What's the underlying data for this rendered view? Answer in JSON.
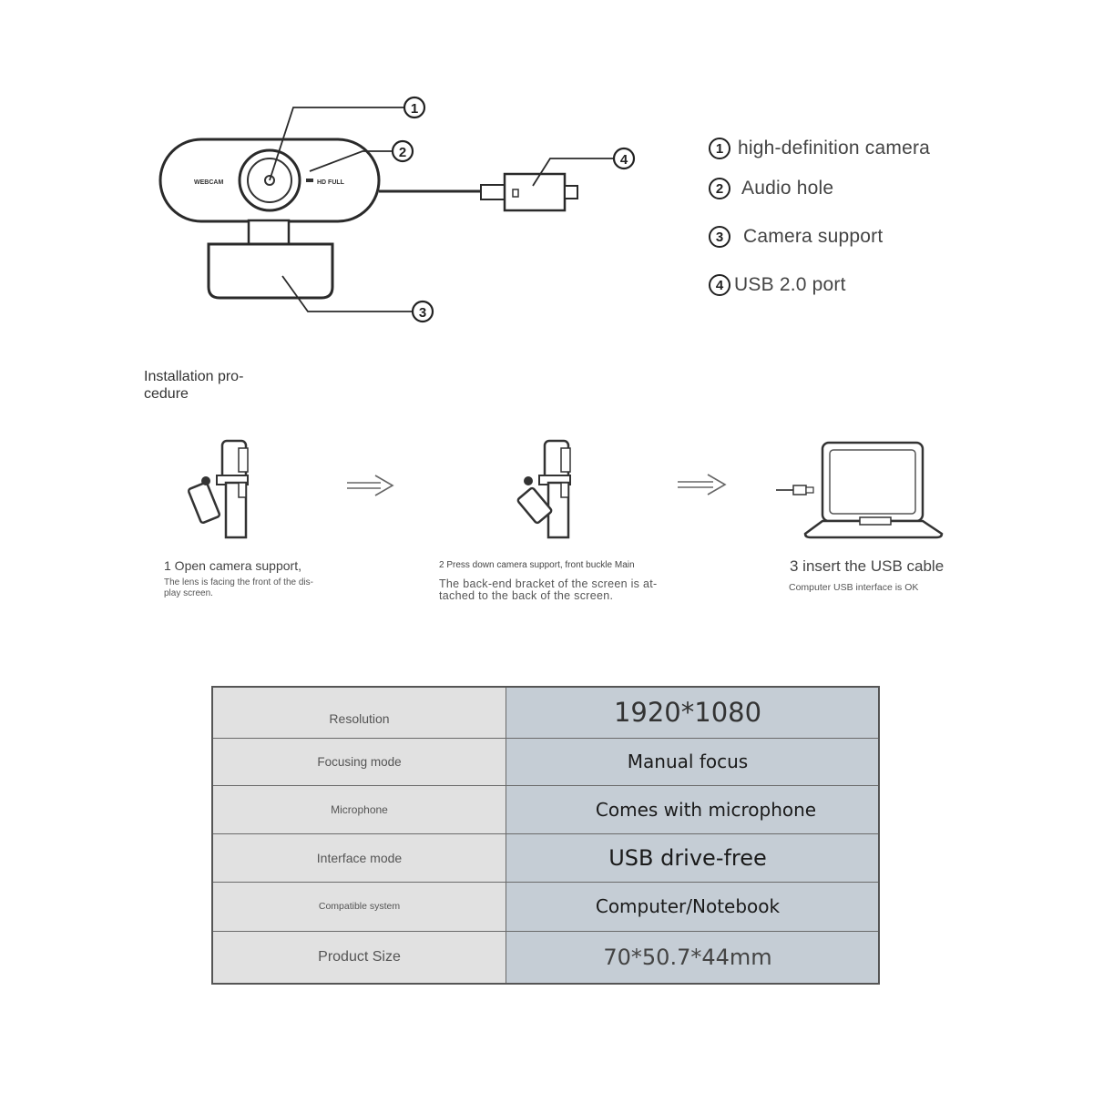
{
  "product_diagram": {
    "markers": [
      "①",
      "②",
      "③",
      "④"
    ],
    "webcam_print": "WEBCAM",
    "hd_print": "HD FULL"
  },
  "parts": [
    {
      "marker": "①",
      "label": "high-definition camera"
    },
    {
      "marker": "②",
      "label": "Audio hole"
    },
    {
      "marker": "③",
      "label": "Camera support"
    },
    {
      "marker": "④",
      "label": "USB 2.0 port"
    }
  ],
  "installation": {
    "heading": "Installation pro-\ncedure",
    "steps": [
      {
        "title": "1 Open camera support,",
        "desc": "The lens is facing the front of the dis-\nplay screen."
      },
      {
        "title": "2 Press down camera support, front buckle Main",
        "desc": "The back-end bracket of the screen is at-\ntached to the back of the screen."
      },
      {
        "title": "3 insert the USB cable",
        "desc": "Computer USB interface is OK"
      }
    ]
  },
  "specs": [
    {
      "key": "Resolution",
      "value": "1920*1080"
    },
    {
      "key": "Focusing mode",
      "value": "Manual focus"
    },
    {
      "key": "Microphone",
      "value": "Comes with microphone"
    },
    {
      "key": "Interface mode",
      "value": "USB drive-free"
    },
    {
      "key": "Compatible system",
      "value": "Computer/Notebook"
    },
    {
      "key": "Product Size",
      "value": "70*50.7*44mm"
    }
  ],
  "colors": {
    "key_bg": "#e1e1e1",
    "value_bg": "#c5cdd5",
    "line": "#333333"
  }
}
